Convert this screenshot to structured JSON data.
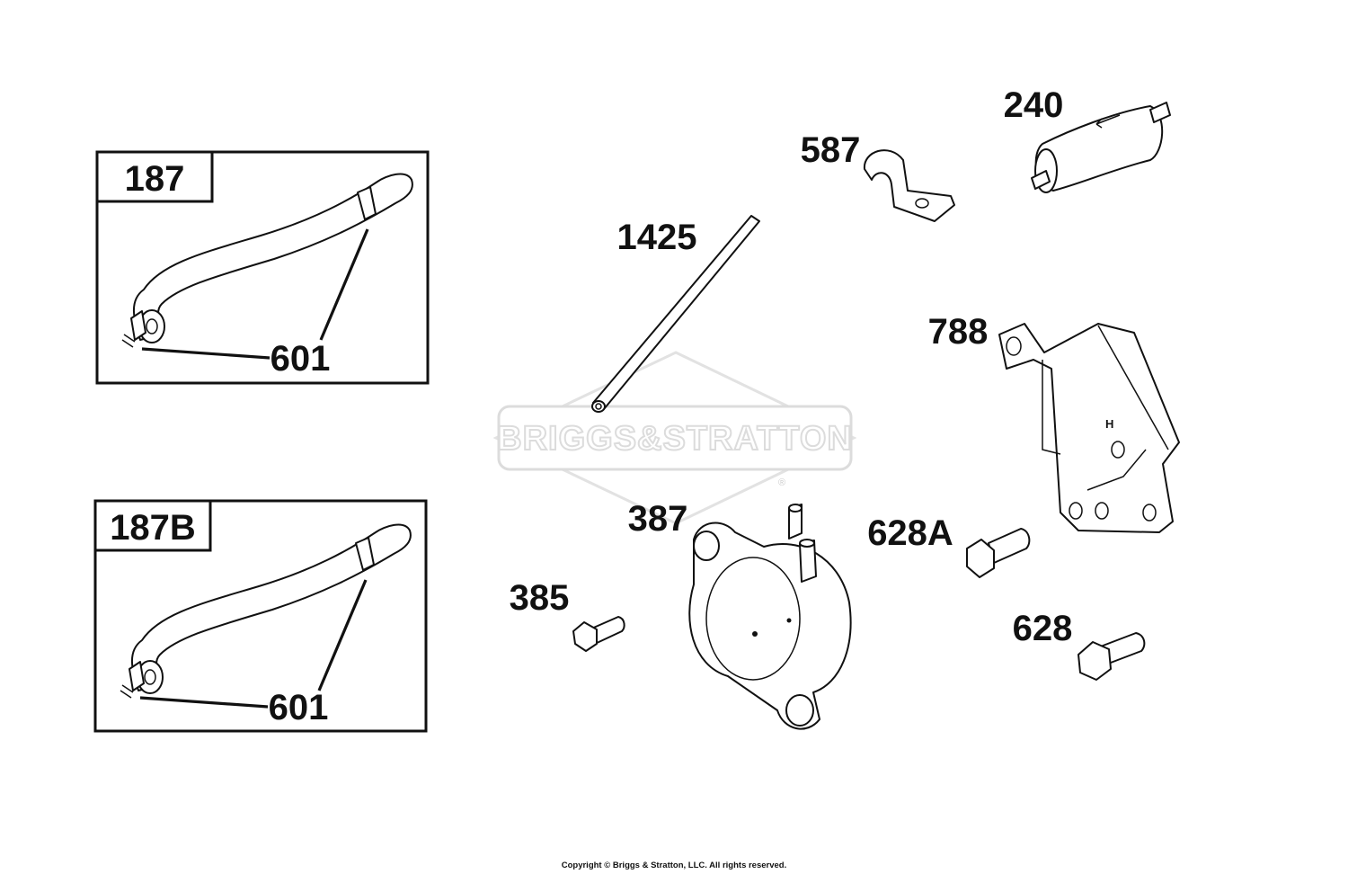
{
  "watermark": {
    "brand": "BRIGGS&STRATTON",
    "registered_mark": "®"
  },
  "insets": [
    {
      "box_label": "187",
      "callout": "601"
    },
    {
      "box_label": "187B",
      "callout": "601"
    }
  ],
  "callouts": {
    "fuel_filter": "240",
    "clamp": "587",
    "fuel_line": "1425",
    "bracket": "788",
    "fuel_pump": "387",
    "screw_628a": "628A",
    "screw_385": "385",
    "screw_628": "628"
  },
  "copyright": "Copyright © Briggs & Stratton, LLC. All rights reserved."
}
